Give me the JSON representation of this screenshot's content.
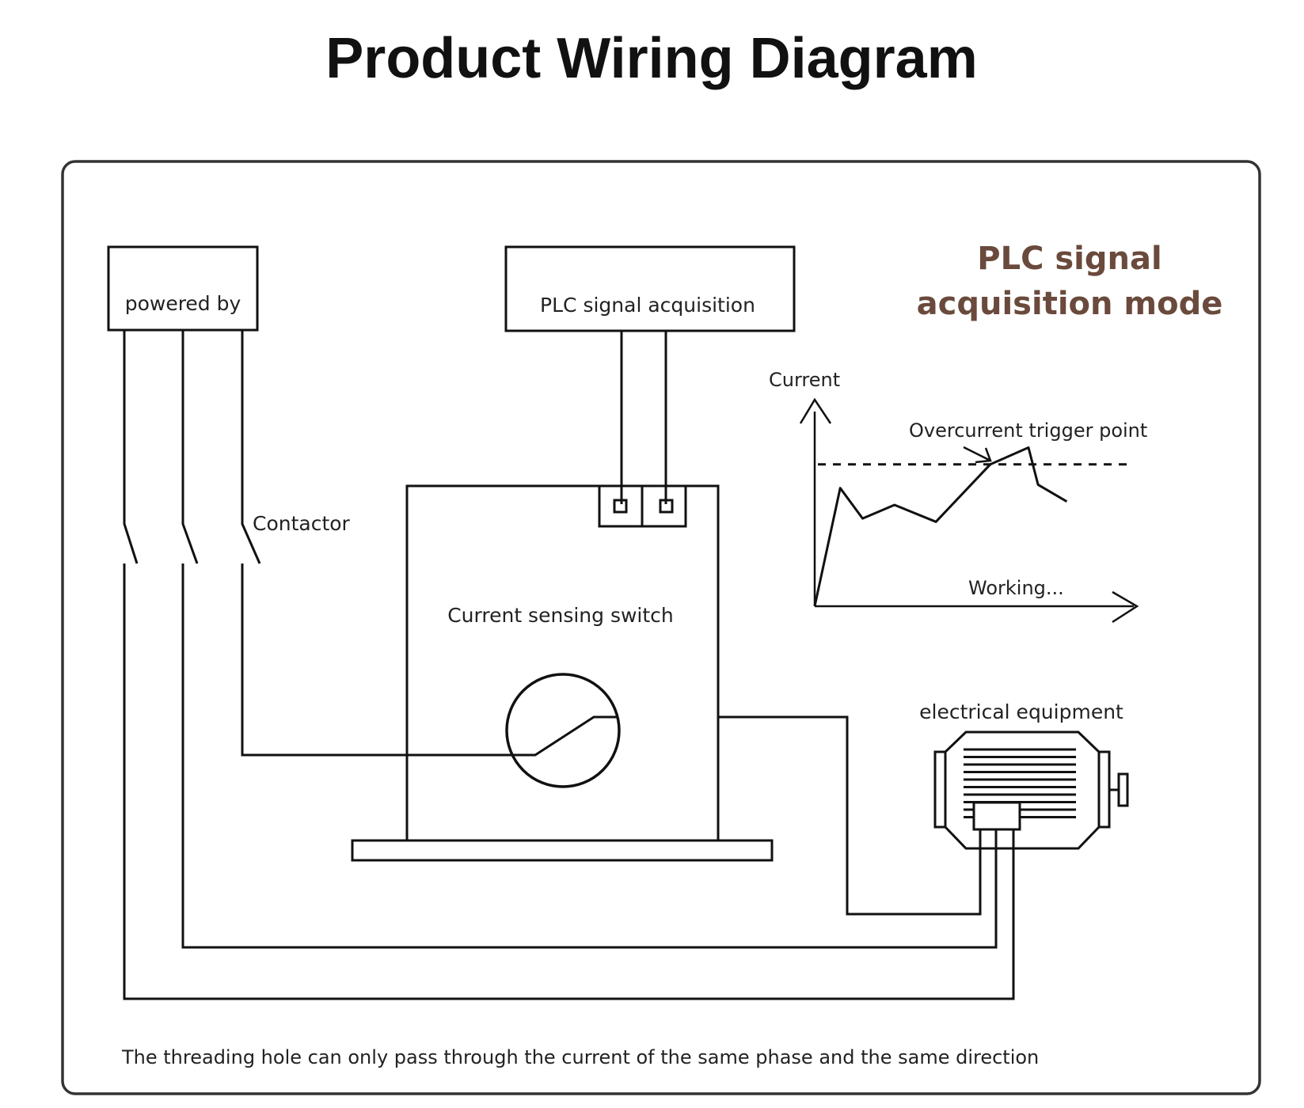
{
  "title": "Product Wiring Diagram",
  "labels": {
    "powered_by": "powered by",
    "plc_signal_acquisition": "PLC signal acquisition",
    "contactor": "Contactor",
    "current_sensing_switch": "Current sensing switch",
    "electrical_equipment": "electrical equipment",
    "mode_line1": "PLC signal",
    "mode_line2": "acquisition mode",
    "graph_y_label": "Current",
    "graph_annotation": "Overcurrent trigger point",
    "graph_x_label": "Working...",
    "footer_note": "The threading hole can only pass through the current of the same phase and the same direction"
  },
  "colors": {
    "mode_title": "#6a4a3c",
    "line": "#111111",
    "text": "#222222"
  },
  "chart_data": {
    "type": "line",
    "title": "",
    "xlabel": "Working...",
    "ylabel": "Current",
    "threshold_label": "Overcurrent trigger point",
    "threshold_line": "dashed",
    "grid": false,
    "legend": "none",
    "series": [
      {
        "x": [
          0,
          0.08,
          0.15,
          0.25,
          0.38,
          0.55,
          0.67,
          0.7,
          0.79
        ],
        "y": [
          0,
          0.7,
          0.52,
          0.6,
          0.5,
          0.84,
          0.94,
          0.72,
          0.62
        ]
      }
    ],
    "threshold_value": 0.84,
    "xlim": [
      0,
      1
    ],
    "ylim": [
      0,
      1.2
    ]
  }
}
